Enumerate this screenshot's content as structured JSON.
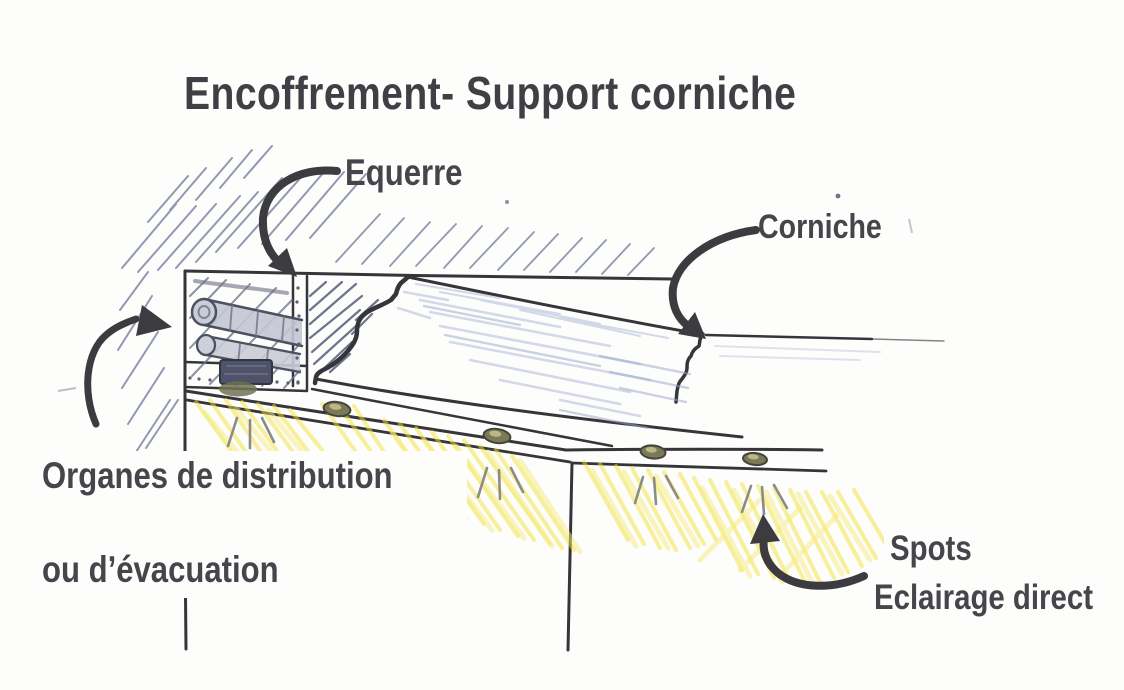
{
  "title": "Encoffrement- Support corniche",
  "annotations": {
    "equerre": "Equerre",
    "corniche": "Corniche",
    "organes_line1": "Organes de distribution",
    "organes_line2": "ou d’évacuation",
    "spots_line1": "Spots",
    "spots_line2": "Eclairage direct"
  },
  "colors": {
    "ink": "#3b3b40",
    "label_text": "#45454b",
    "pencil_blue": "#aeb8d6",
    "pencil_gray": "#7e87a2",
    "highlight_yellow": "#f2e135",
    "paper": "#fdfdfc"
  }
}
